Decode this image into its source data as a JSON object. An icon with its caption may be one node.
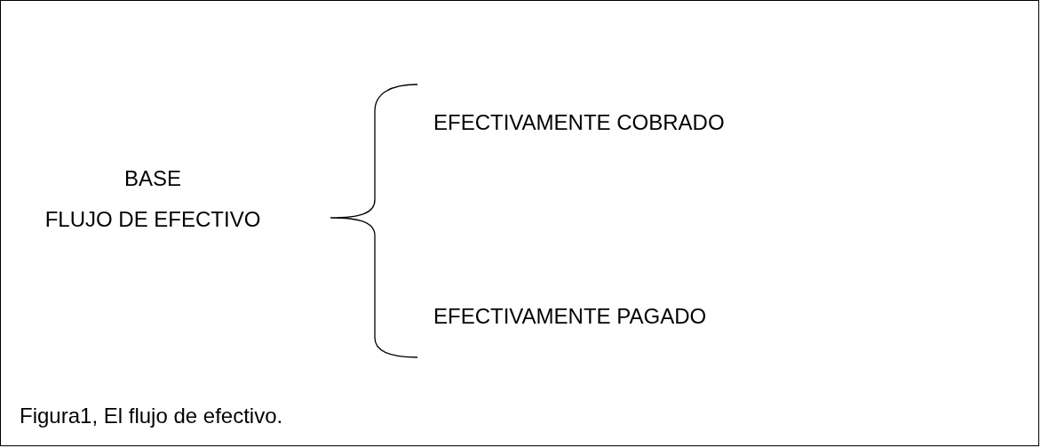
{
  "diagram": {
    "caption": "Figura1, El flujo de efectivo.",
    "labels": [
      "BASE FLUJO DE EFECTIVO",
      "EFECTIVAMENTE COBRADO",
      "EFECTIVAMENTE PAGADO"
    ]
  }
}
